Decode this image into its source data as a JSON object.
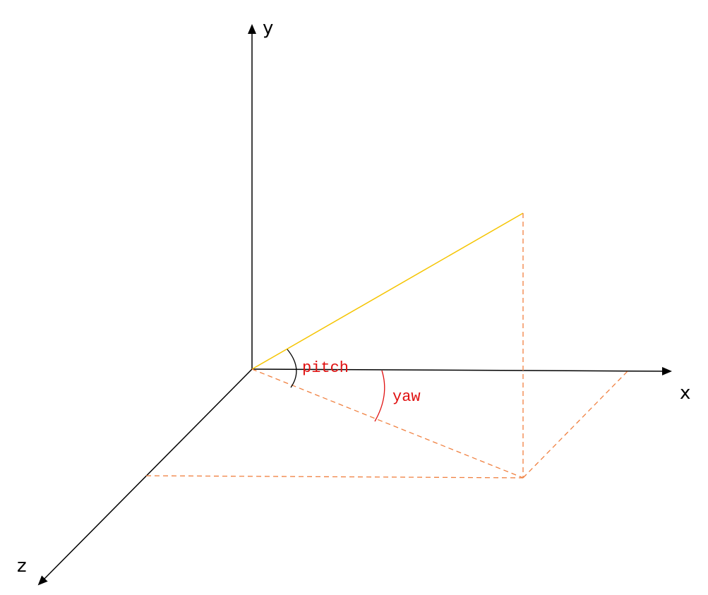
{
  "axes": {
    "x_label": "x",
    "y_label": "y",
    "z_label": "z"
  },
  "angles": {
    "pitch_label": "pitch",
    "yaw_label": "yaw"
  },
  "colors": {
    "axis": "#000000",
    "vector": "#f5c400",
    "projection": "#f08040",
    "angle_label": "#e01010",
    "pitch_arc": "#000000",
    "yaw_arc": "#e01010",
    "background": "#ffffff"
  }
}
